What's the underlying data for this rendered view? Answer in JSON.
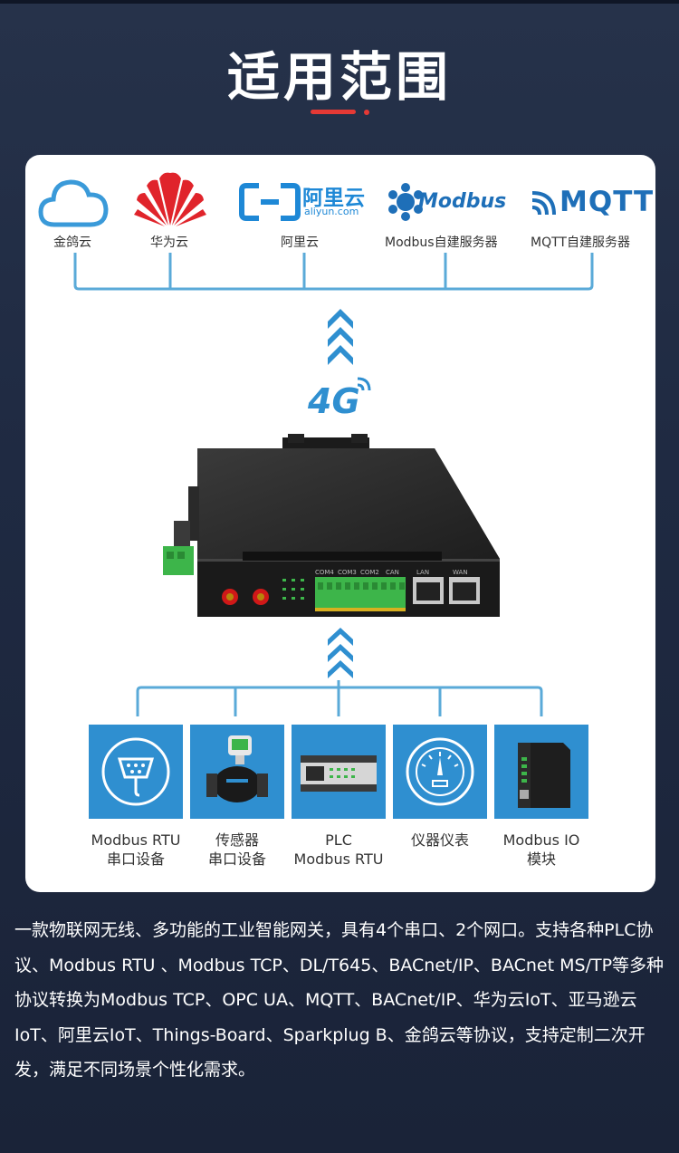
{
  "header": {
    "title": "适用范围"
  },
  "clouds": [
    {
      "label": "金鸽云"
    },
    {
      "label": "华为云"
    },
    {
      "label": "阿里云"
    },
    {
      "label": "Modbus自建服务器"
    },
    {
      "label": "MQTT自建服务器"
    }
  ],
  "logos": {
    "aliyun_cn": "阿里云",
    "aliyun_en": "aliyun.com",
    "modbus": "Modbus",
    "mqtt": "MQTT"
  },
  "network": {
    "label": "4G"
  },
  "device_ports": [
    "COM4",
    "COM3",
    "COM2",
    "CAN",
    "LAN",
    "WAN"
  ],
  "devices": [
    {
      "line1": "Modbus RTU",
      "line2": "串口设备"
    },
    {
      "line1": "传感器",
      "line2": "串口设备"
    },
    {
      "line1": "PLC",
      "line2": "Modbus RTU"
    },
    {
      "line1": "仪器仪表",
      "line2": ""
    },
    {
      "line1": "Modbus IO",
      "line2": "模块"
    }
  ],
  "description": "一款物联网无线、多功能的工业智能网关，具有4个串口、2个网口。支持各种PLC协议、Modbus RTU 、Modbus TCP、DL/T645、BACnet/IP、BACnet MS/TP等多种协议转换为Modbus TCP、OPC UA、MQTT、BACnet/IP、华为云IoT、亚马逊云IoT、阿里云IoT、Things-Board、Sparkplug B、金鸽云等协议，支持定制二次开发，满足不同场景个性化需求。",
  "colors": {
    "accent": "#e53935",
    "blue": "#2f8fd0",
    "tile": "#2f8fd0"
  }
}
